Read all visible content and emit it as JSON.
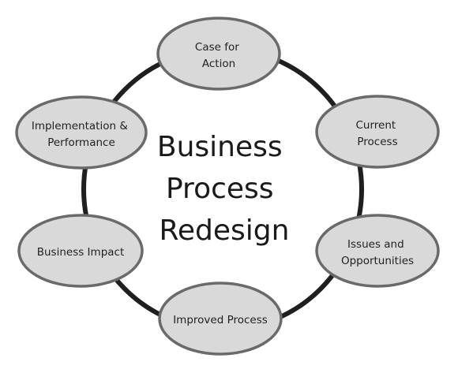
{
  "diagram": {
    "center": {
      "lines": [
        "Business",
        "Process",
        "Redesign"
      ]
    },
    "nodes": [
      {
        "id": "case-for-action",
        "lines": [
          "Case for",
          "Action"
        ]
      },
      {
        "id": "current-process",
        "lines": [
          "Current",
          "Process"
        ]
      },
      {
        "id": "issues-and-opportunities",
        "lines": [
          "Issues and",
          "Opportunities"
        ]
      },
      {
        "id": "improved-process",
        "lines": [
          "Improved Process"
        ]
      },
      {
        "id": "business-impact",
        "lines": [
          "Business Impact"
        ]
      },
      {
        "id": "implementation-and-performance",
        "lines": [
          "Implementation &",
          "Performance"
        ]
      }
    ]
  }
}
